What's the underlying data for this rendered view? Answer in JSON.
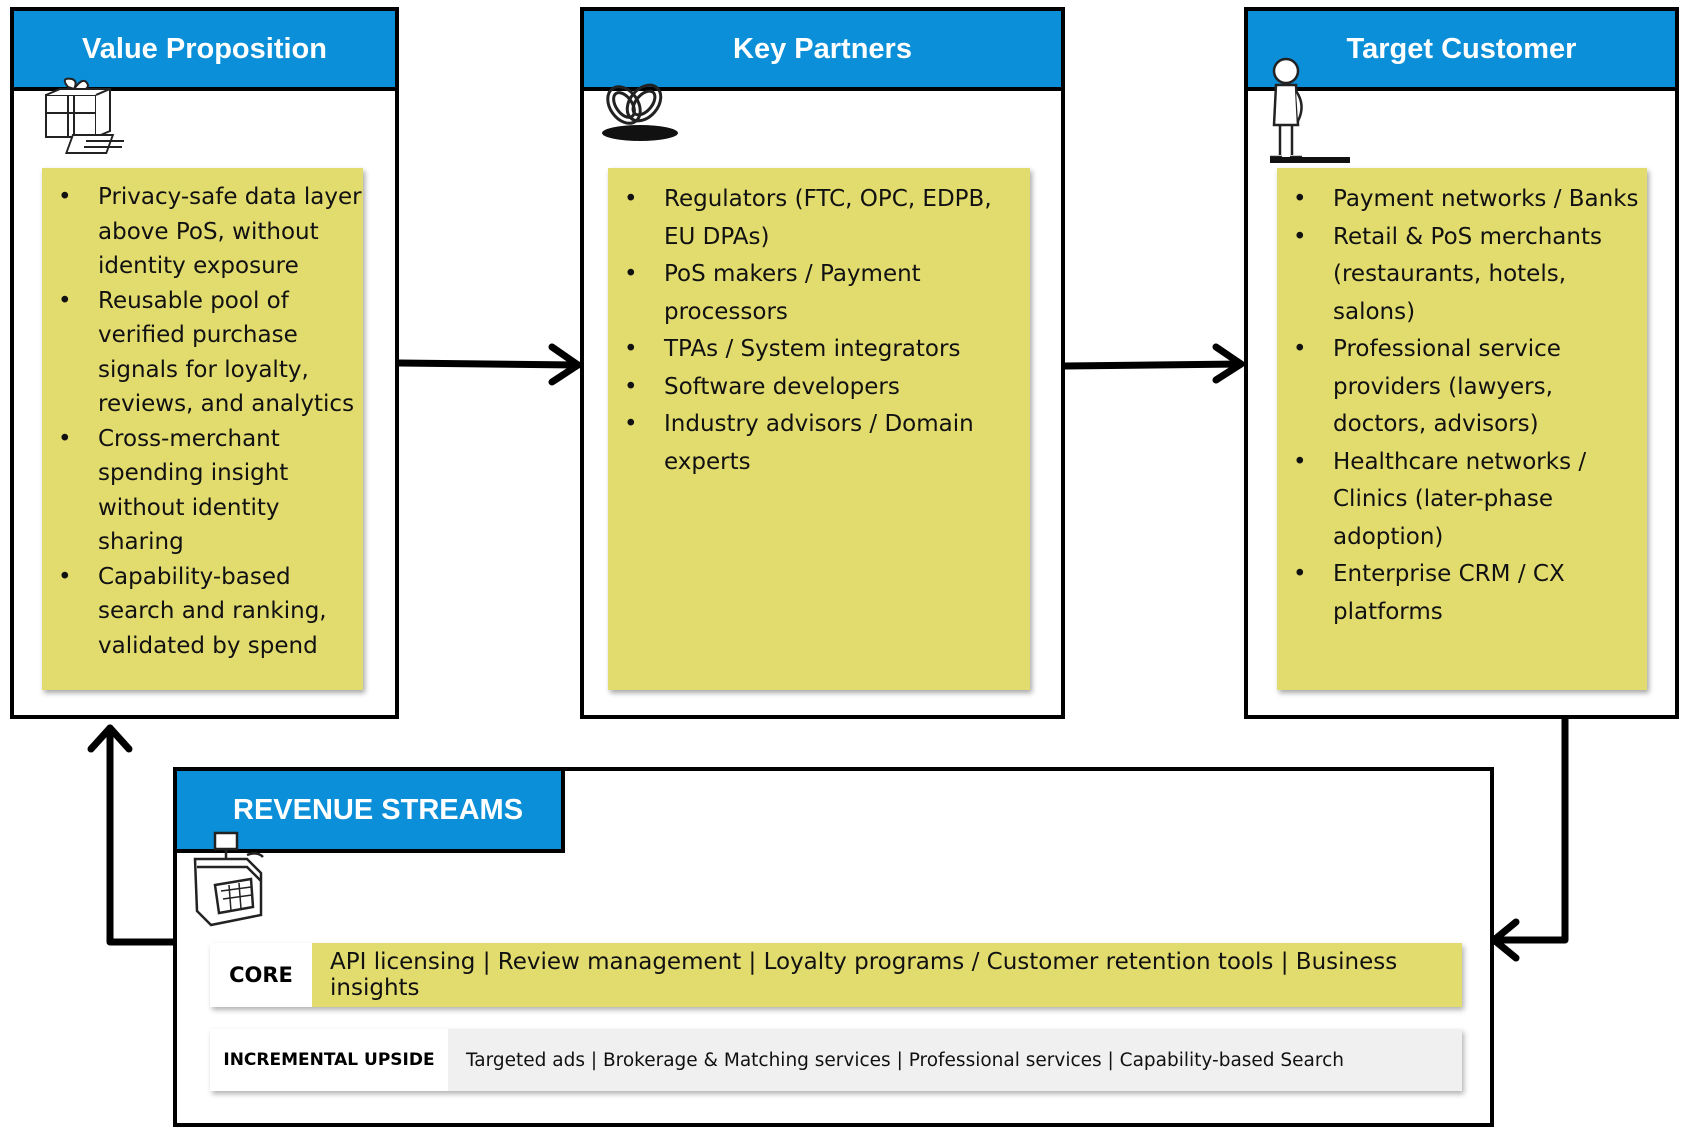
{
  "value_proposition": {
    "title": "Value Proposition",
    "items": [
      "Privacy-safe data layer above PoS, without identity exposure",
      "Reusable pool of verified purchase signals for loyalty, reviews, and analytics",
      "Cross-merchant spending insight without identity sharing",
      "Capability-based search and ranking, validated by spend"
    ]
  },
  "key_partners": {
    "title": "Key Partners",
    "items": [
      "Regulators (FTC, OPC, EDPB, EU DPAs)",
      "PoS makers / Payment processors",
      "TPAs / System integrators",
      "Software developers",
      "Industry advisors / Domain experts"
    ]
  },
  "target_customer": {
    "title": "Target Customer",
    "items": [
      "Payment networks / Banks",
      "Retail & PoS merchants (restaurants, hotels, salons)",
      "Professional service providers (lawyers, doctors, advisors)",
      "Healthcare networks / Clinics (later-phase adoption)",
      "Enterprise CRM / CX platforms"
    ]
  },
  "revenue_streams": {
    "title": "REVENUE STREAMS",
    "core": {
      "label": "CORE",
      "text": "API licensing | Review management | Loyalty programs / Customer retention tools | Business insights"
    },
    "incremental": {
      "label": "INCREMENTAL UPSIDE",
      "text": "Targeted ads | Brokerage & Matching services | Professional services | Capability-based Search"
    }
  },
  "colors": {
    "header_blue": "#0a8fd8",
    "sticky_yellow": "#e2dc6f",
    "incremental_gray": "#f0f0f0"
  },
  "icons": {
    "value_proposition": "gift-box-icon",
    "key_partners": "chain-links-icon",
    "target_customer": "standing-person-icon",
    "revenue_streams": "cash-register-icon"
  }
}
